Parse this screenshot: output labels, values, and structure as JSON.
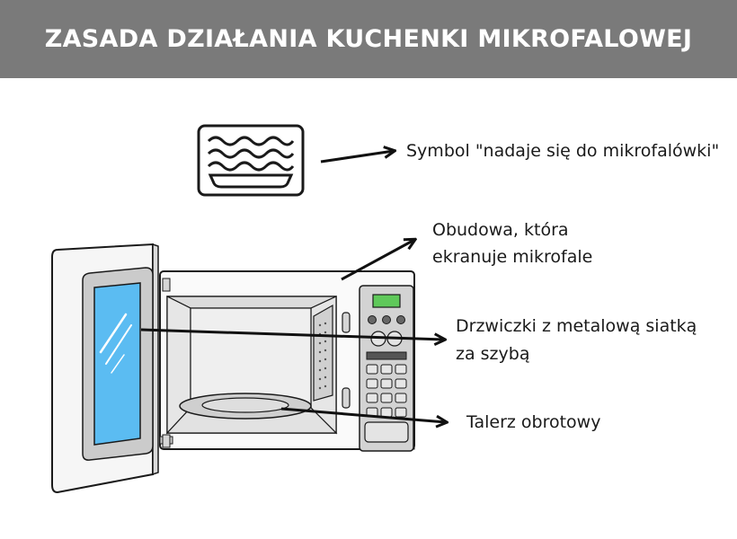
{
  "title": "ZASADA DZIAŁANIA KUCHENKI MIKROFALOWEJ",
  "labels": {
    "symbol": "Symbol \"nadaje się do mikrofalówki\"",
    "housing_line1": "Obudowa, która",
    "housing_line2": "ekranuje mikrofale",
    "door_line1": "Drzwiczki z metalową siatką",
    "door_line2": "za szybą",
    "turntable": "Talerz obrotowy"
  },
  "colors": {
    "header": "#7a7a7a",
    "glass": "#5bbcf2",
    "display": "#5fc95a",
    "outline": "#1a1a1a",
    "panel_grey": "#d3d3d3"
  },
  "icons": [
    "microwave-safe-icon",
    "arrow-icon"
  ]
}
